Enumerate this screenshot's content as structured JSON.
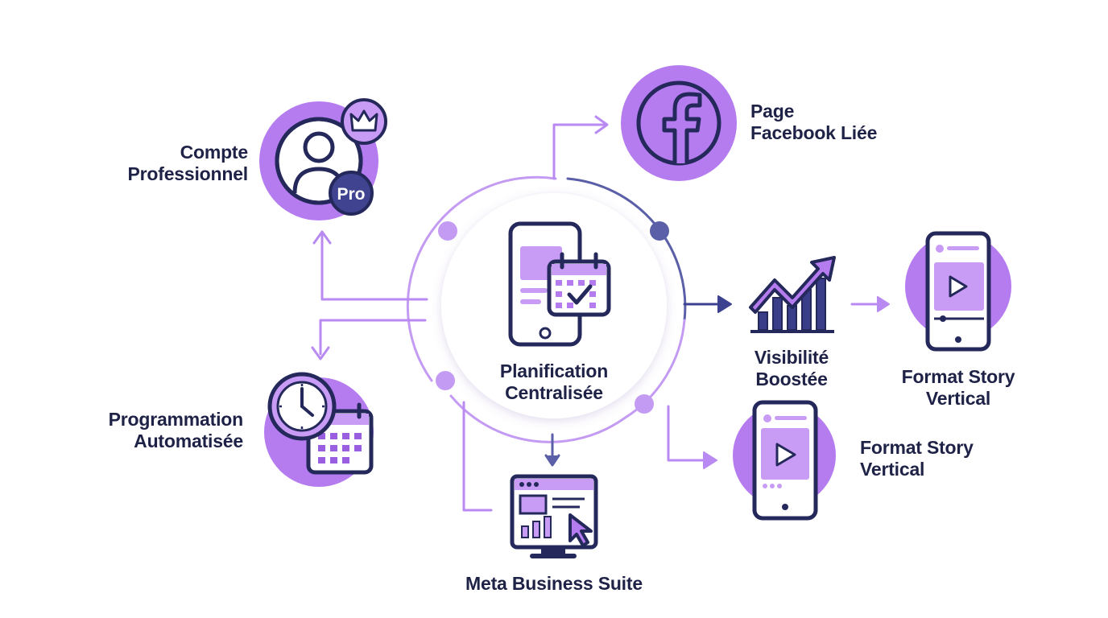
{
  "colors": {
    "primary_purple": "#b57cf0",
    "light_purple": "#c89cf5",
    "navy": "#24285a",
    "connector": "#b98af2",
    "connector_navy": "#5a5fa8"
  },
  "center": {
    "icon": "phone-calendar-icon",
    "label_line1": "Planification",
    "label_line2": "Centralisée"
  },
  "nodes": {
    "compte": {
      "icon": "user-pro-icon",
      "label_line1": "Compte",
      "label_line2": "Professionnel",
      "badge": "Pro"
    },
    "facebook": {
      "icon": "facebook-icon",
      "label_line1": "Page",
      "label_line2": "Facebook Liée",
      "glyph": "f"
    },
    "programmation": {
      "icon": "clock-calendar-icon",
      "label_line1": "Programmation",
      "label_line2": "Automatisée"
    },
    "meta": {
      "icon": "browser-chart-icon",
      "label": "Meta Business Suite"
    },
    "visibilite": {
      "icon": "growth-chart-icon",
      "label_line1": "Visibilité",
      "label_line2": "Boostée"
    },
    "story_top": {
      "icon": "phone-video-icon",
      "label_line1": "Format Story",
      "label_line2": "Vertical"
    },
    "story_bottom": {
      "icon": "phone-play-icon",
      "label_line1": "Format Story",
      "label_line2": "Vertical"
    }
  }
}
